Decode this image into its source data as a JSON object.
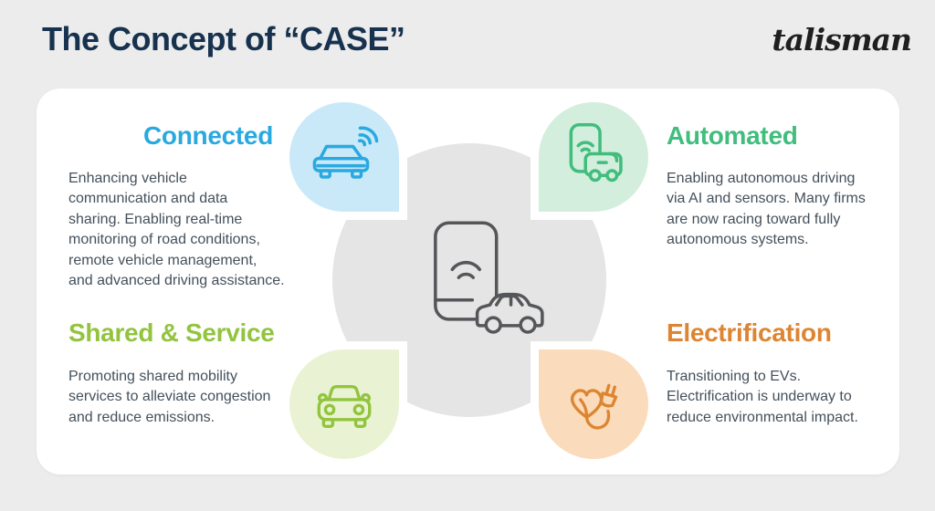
{
  "header": {
    "title": "The Concept of “CASE”",
    "logo": "talisman"
  },
  "colors": {
    "page-bg": "#ececec",
    "card-bg": "#ffffff",
    "title": "#17324f",
    "logo": "#1f1f1f",
    "body-text": "#44505b",
    "center-circle": "#e5e5e5",
    "center-icon": "#55565a",
    "connected": "#2aa9e0",
    "connected-bg": "#c9e9f8",
    "automated": "#41bd7d",
    "automated-bg": "#d4eedd",
    "shared": "#92c43d",
    "shared-bg": "#e9f3d3",
    "electrification": "#dd8531",
    "electrification-bg": "#fadcbd"
  },
  "center": {
    "icon": "smartphone-car-icon"
  },
  "sections": {
    "connected": {
      "label": "Connected",
      "icon": "car-wifi-icon",
      "lines": [
        "Enhancing vehicle",
        "communication and data",
        "sharing. Enabling real-time",
        "monitoring of road conditions,",
        "remote vehicle management,",
        "and advanced driving assistance."
      ]
    },
    "automated": {
      "label": "Automated",
      "icon": "smartphone-bus-icon",
      "lines": [
        "Enabling autonomous driving",
        "via AI and sensors. Many firms",
        "are now racing toward fully",
        "autonomous systems."
      ]
    },
    "shared": {
      "label": "Shared & Service",
      "icon": "car-front-icon",
      "lines": [
        "Promoting shared mobility",
        "services to alleviate congestion",
        "and reduce emissions."
      ]
    },
    "electrification": {
      "label": "Electrification",
      "icon": "leaf-plug-icon",
      "lines": [
        "Transitioning to EVs.",
        "Electrification is underway to",
        "reduce environmental impact."
      ]
    }
  }
}
